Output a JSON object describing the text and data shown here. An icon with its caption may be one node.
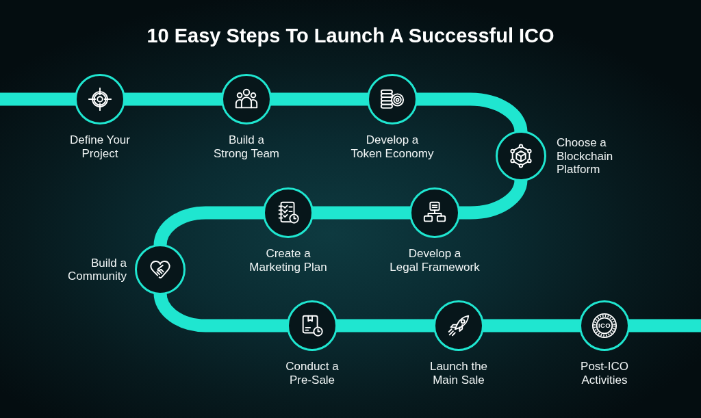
{
  "diagram": {
    "title": "10 Easy Steps To Launch A Successful ICO",
    "nodes": [
      {
        "text": [
          "Define Your Project"
        ]
      },
      {
        "text": [
          "Build a Strong Team"
        ]
      },
      {
        "text": [
          "Develop a Token Economy"
        ]
      },
      {
        "text": [
          "Choose a Blockchain Platform"
        ]
      },
      {
        "text": [
          "Develop a Legal Framework"
        ]
      },
      {
        "text": [
          "Create a Marketing Plan"
        ]
      },
      {
        "text": [
          "Build a Community"
        ]
      },
      {
        "text": [
          "Conduct a Pre-Sale"
        ]
      },
      {
        "text": [
          "Launch the Main Sale"
        ]
      },
      {
        "text": [
          "Post-ICO Activities"
        ]
      }
    ],
    "edges": [
      {
        "from": null,
        "to": 0,
        "arrow": "none"
      },
      {
        "from": 0,
        "to": 1,
        "arrow": "none"
      },
      {
        "from": 1,
        "to": 2,
        "arrow": "none"
      },
      {
        "from": 2,
        "to": 3,
        "arrow": "none"
      },
      {
        "from": 3,
        "to": 4,
        "arrow": "none"
      },
      {
        "from": 4,
        "to": 5,
        "arrow": "none"
      },
      {
        "from": 5,
        "to": 6,
        "arrow": "none"
      },
      {
        "from": 6,
        "to": 7,
        "arrow": "none"
      },
      {
        "from": 7,
        "to": 8,
        "arrow": "none"
      },
      {
        "from": 8,
        "to": 9,
        "arrow": "none"
      },
      {
        "from": 9,
        "to": null,
        "arrow": "none"
      }
    ],
    "labels": [
      "ICO"
    ]
  }
}
